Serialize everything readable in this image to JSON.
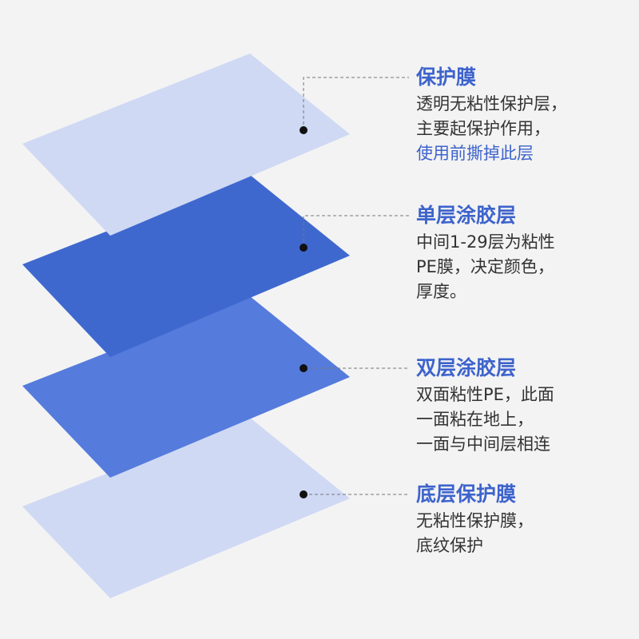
{
  "colors": {
    "light": "#cfd9f4",
    "dark": "#3f68cf",
    "medium": "#557bdc",
    "accent": "#3d63cc",
    "text": "#333333"
  },
  "layers": [
    {
      "title": "保护膜",
      "lines": [
        "透明无粘性保护层，",
        "主要起保护作用，"
      ],
      "highlight": "使用前撕掉此层"
    },
    {
      "title": "单层涂胶层",
      "lines": [
        "中间1-29层为粘性",
        "PE膜，决定颜色，",
        "厚度。"
      ]
    },
    {
      "title": "双层涂胶层",
      "lines": [
        "双面粘性PE，此面",
        "一面粘在地上，",
        "一面与中间层相连"
      ]
    },
    {
      "title": "底层保护膜",
      "lines": [
        "无粘性保护膜，",
        "底纹保护"
      ]
    }
  ]
}
